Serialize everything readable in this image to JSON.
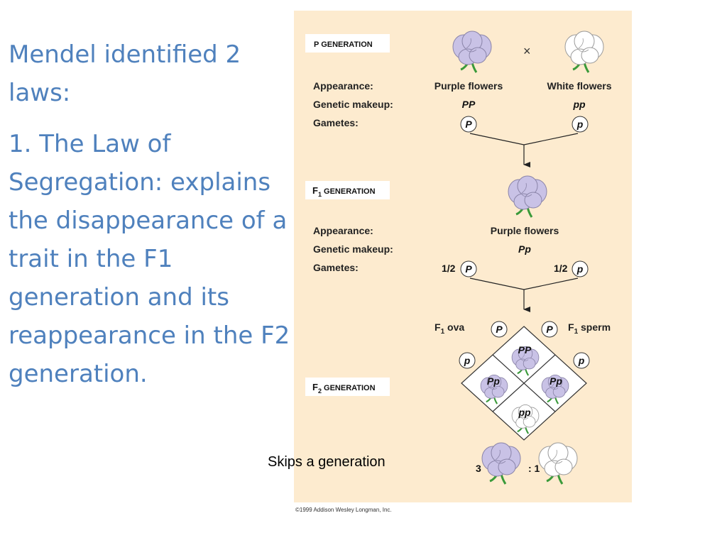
{
  "slide": {
    "title": "Mendel identified 2 laws:",
    "point": "1. The Law of Segregation: explains the disappearance of a trait in the F1 generation and its reappearance in the F2 generation.",
    "caption": "Skips a generation"
  },
  "figure": {
    "p_generation": {
      "title": "P GENERATION",
      "cross_symbol": "×",
      "row_labels": [
        "Appearance:",
        "Genetic makeup:",
        "Gametes:"
      ],
      "left": {
        "appearance": "Purple flowers",
        "genotype": "PP",
        "gamete": "P"
      },
      "right": {
        "appearance": "White flowers",
        "genotype": "pp",
        "gamete": "p"
      }
    },
    "f1_generation": {
      "title_sub": "1",
      "title_prefix": "F",
      "title_rest": " GENERATION",
      "row_labels": [
        "Appearance:",
        "Genetic makeup:",
        "Gametes:"
      ],
      "appearance": "Purple flowers",
      "genotype": "Pp",
      "gamete_fraction": "1/2",
      "gametes": [
        "P",
        "p"
      ]
    },
    "punnett": {
      "ova_label": "F",
      "ova_sub": "1",
      "ova_rest": " ova",
      "sperm_label": "F",
      "sperm_sub": "1",
      "sperm_rest": " sperm",
      "ova_alleles": [
        "P",
        "p"
      ],
      "sperm_alleles": [
        "P",
        "p"
      ],
      "cells": [
        "PP",
        "Pp",
        "Pp",
        "pp"
      ]
    },
    "f2_generation": {
      "title_prefix": "F",
      "title_sub": "2",
      "title_rest": " GENERATION",
      "ratio_left": "3",
      "ratio_right": ": 1"
    },
    "copyright": "©1999 Addison Wesley Longman, Inc."
  },
  "colors": {
    "slide_text": "#4f81bd",
    "panel_bg": "#fdebcf",
    "purple_flower": "#c9c2e6",
    "white_flower": "#ffffff"
  }
}
